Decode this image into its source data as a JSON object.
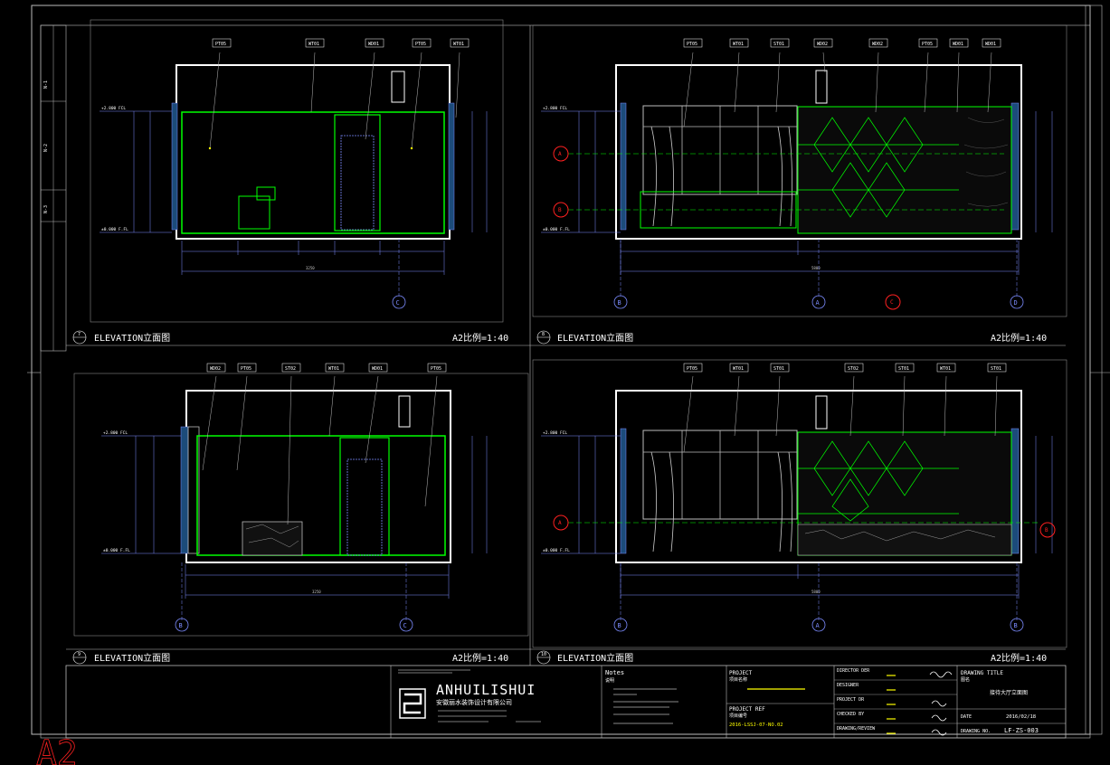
{
  "sheet": {
    "size_mark": "A2",
    "scale_label": "A2比例=1:40",
    "level_top": "+2.800 FCL",
    "level_bottom": "±0.000 F.FL"
  },
  "left_strip": [
    "N-1",
    "N-2",
    "N-3"
  ],
  "elevations": [
    {
      "id": "elev-7",
      "number": "7",
      "title": "ELEVATION立面图",
      "tags": [
        "PT05",
        "WT01",
        "WD01",
        "PT05",
        "WT01"
      ],
      "grid_left": "",
      "grid_mid": "",
      "grid_right": "C",
      "overall_dim": "3250"
    },
    {
      "id": "elev-8",
      "number": "8",
      "title": "ELEVATION立面图",
      "tags": [
        "PT05",
        "WT01",
        "ST01",
        "WD02",
        "WD02",
        "PT05",
        "WD01",
        "WD01"
      ],
      "grid_left": "B",
      "grid_mid": "A",
      "grid_right": "D",
      "section_marks": [
        "A",
        "B",
        "C"
      ],
      "overall_dim": "5800"
    },
    {
      "id": "elev-9",
      "number": "9",
      "title": "ELEVATION立面图",
      "tags": [
        "WD02",
        "PT05",
        "ST02",
        "WT01",
        "WD01",
        "PT05"
      ],
      "grid_left": "B",
      "grid_mid": "",
      "grid_right": "C",
      "overall_dim": "3250"
    },
    {
      "id": "elev-10",
      "number": "10",
      "title": "ELEVATION立面图",
      "tags": [
        "PT05",
        "WT01",
        "ST01",
        "ST02",
        "ST01",
        "WT01",
        "ST01"
      ],
      "grid_left": "B",
      "grid_mid": "A",
      "grid_right": "B",
      "section_marks": [
        "A",
        "B"
      ],
      "overall_dim": "5800"
    }
  ],
  "title_block": {
    "company_en": "ANHUILISHUI",
    "company_cn": "安徽丽水装饰设计有限公司",
    "notes_label": "Notes",
    "notes_cn": "说明",
    "project_label": "PROJECT",
    "project_cn": "项目名称",
    "project_ref_label": "PROJECT REF",
    "project_ref_cn": "项目编号",
    "project_ref_value": "2016-LSSJ-07-NO.02",
    "director_label": "DIRECTOR DER",
    "designer_label": "DESIGNER",
    "project_dr_label": "PROJECT DR",
    "checked_label": "CHECKED BY",
    "drawing_label": "DRAWING/REVIEW",
    "drawing_title_label": "DRAWING TITLE",
    "drawing_title_cn": "图名",
    "drawing_title_value": "接待大厅立面图",
    "date_label": "DATE",
    "date_value": "2016/02/18",
    "drawing_no_label": "DRAWING NO.",
    "drawing_no_value": "LF-ZS-003"
  },
  "colors": {
    "wall": "#ffffff",
    "finish": "#00ff00",
    "dim": "#7c8cff",
    "tag": "#ffff00",
    "section": "#ff2020",
    "frame": "#bbbbbb"
  }
}
